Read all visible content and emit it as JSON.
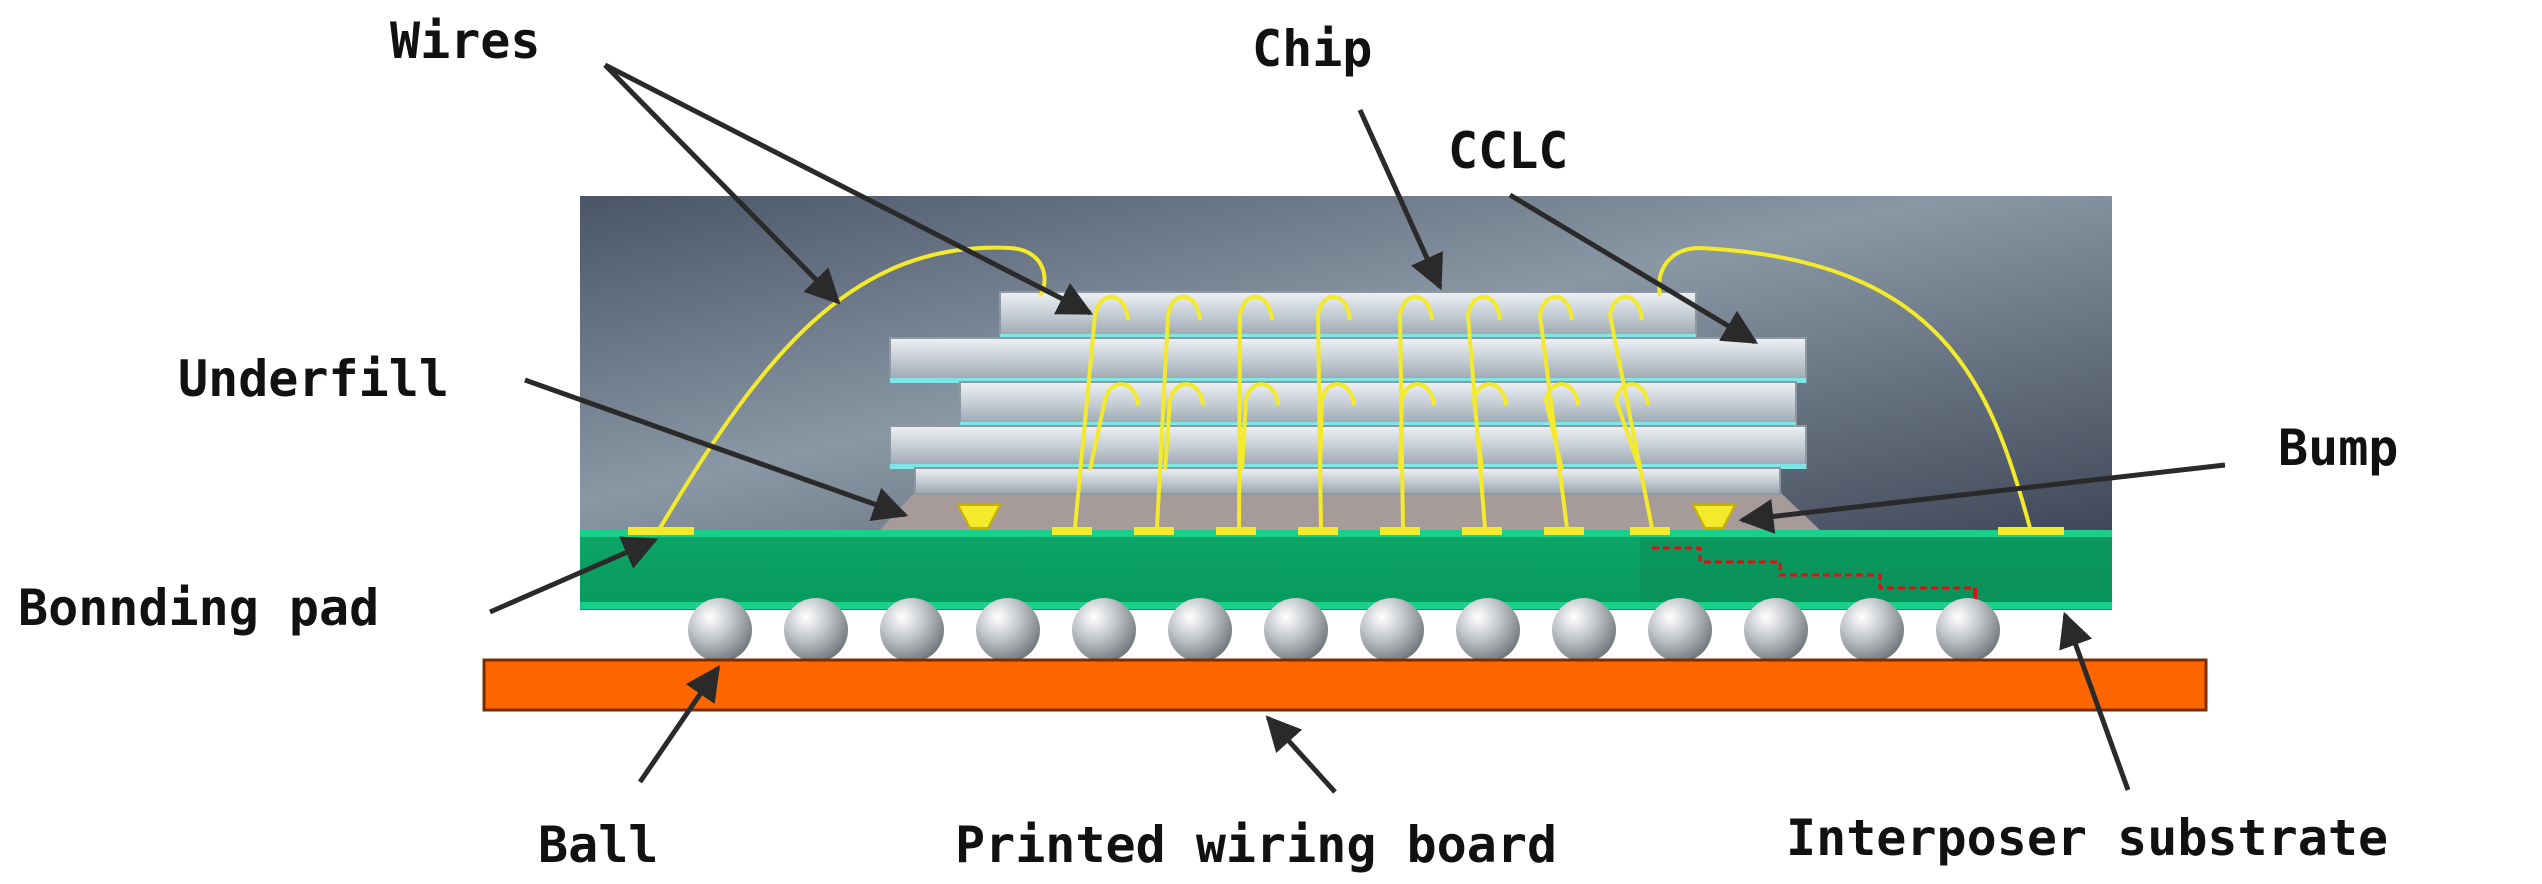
{
  "labels": {
    "wires": "Wires",
    "chip": "Chip",
    "cclc": "CCLC",
    "underfill": "Underfill",
    "bump": "Bump",
    "bonding_pad": "Bonnding pad",
    "ball": "Ball",
    "printed_wiring_board": "Printed wiring board",
    "interposer_substrate": "Interposer substrate"
  },
  "colors": {
    "mold": "#5f6c7c",
    "chip_layer": "#c9d0d8",
    "cclc_line": "#7fe6e6",
    "wire": "#f2ea2a",
    "underfill": "#a79a9a",
    "interposer": "#0bb06a",
    "pwb": "#ff6600",
    "ball": "#b8bcc0",
    "thermal_path": "#e01010"
  }
}
